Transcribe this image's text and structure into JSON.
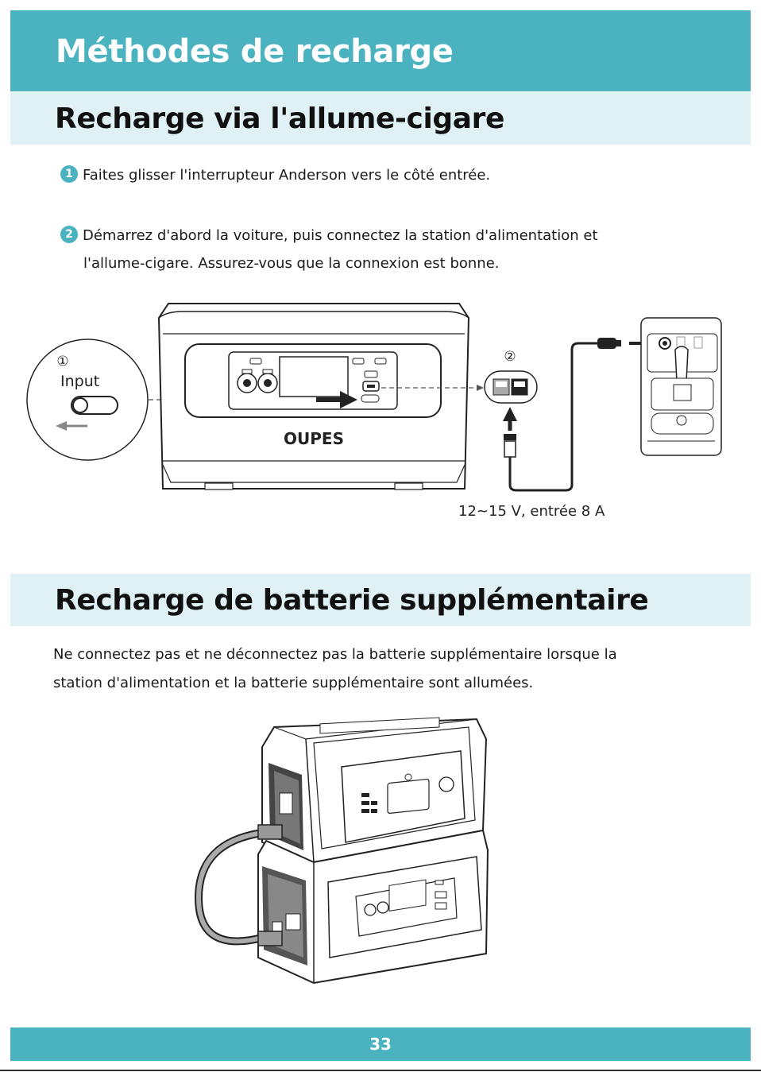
{
  "page": {
    "title": "Méthodes de recharge",
    "page_number": "33"
  },
  "section_car": {
    "heading": "Recharge via l'allume-cigare",
    "step1_num": "1",
    "step1_text": "Faites glisser l'interrupteur Anderson vers le côté entrée.",
    "step2_num": "2",
    "step2_line1": "Démarrez d'abord la voiture, puis connectez la station d'alimentation et",
    "step2_line2": "l'allume-cigare. Assurez-vous que la connexion est bonne.",
    "diagram": {
      "callout1": "①",
      "switch_label": "Input",
      "brand": "OUPES",
      "callout2": "②",
      "spec_label": "12~15 V, entrée 8 A"
    }
  },
  "section_battery": {
    "heading": "Recharge de batterie supplémentaire",
    "warning_line1": "Ne connectez pas et ne déconnectez pas la batterie supplémentaire lorsque la",
    "warning_line2": "station d'alimentation et la batterie supplémentaire sont allumées."
  },
  "colors": {
    "accent": "#4bb3c0",
    "subheader_bg": "#dff1f4",
    "text": "#1a1a1a"
  }
}
